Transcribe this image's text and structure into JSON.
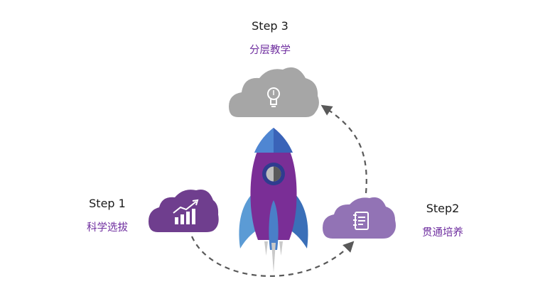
{
  "steps": [
    {
      "title": "Step 3",
      "subtitle": "分层教学",
      "icon": "lightbulb-icon"
    },
    {
      "title": "Step 1",
      "subtitle": "科学选拔",
      "icon": "rising-chart-icon"
    },
    {
      "title": "Step2",
      "subtitle": "贯通培养",
      "icon": "notebook-icon"
    }
  ],
  "colors": {
    "cloud_gray": "#a6a6a6",
    "cloud_purple_dark": "#6f3e8e",
    "cloud_purple_light": "#9273b5",
    "subtitle_purple": "#7030a0",
    "rocket_body": "#7a2e96",
    "rocket_nose": "#3a63b8",
    "rocket_fins": "#4a7fc8",
    "arrow_dash": "#595959"
  }
}
